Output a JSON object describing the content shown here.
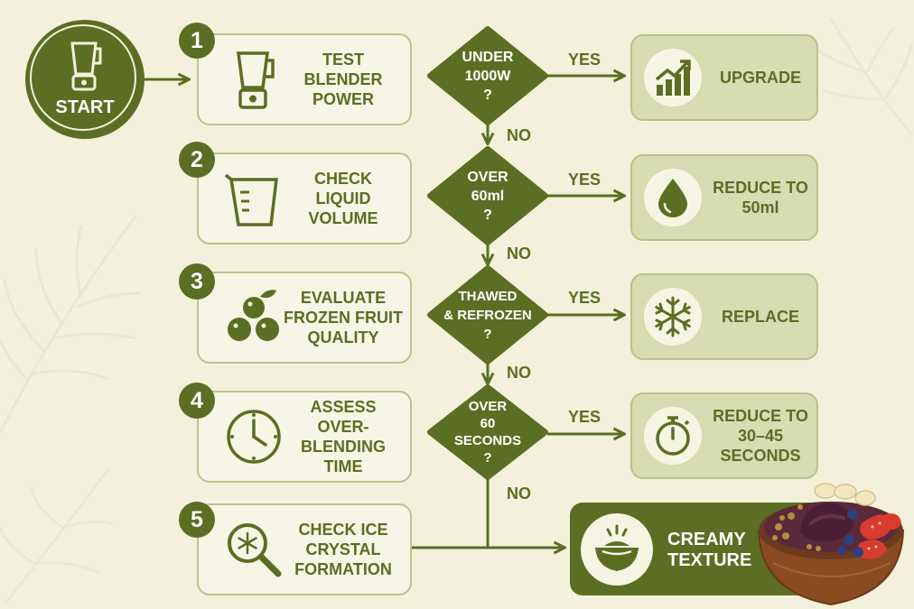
{
  "start": {
    "label": "START",
    "icon": "blender-icon"
  },
  "steps": [
    {
      "num": "1",
      "label": "TEST\nBLENDER\nPOWER",
      "icon": "blender-icon"
    },
    {
      "num": "2",
      "label": "CHECK\nLIQUID\nVOLUME",
      "icon": "measuring-cup-icon"
    },
    {
      "num": "3",
      "label": "EVALUATE\nFROZEN FRUIT\nQUALITY",
      "icon": "berries-icon"
    },
    {
      "num": "4",
      "label": "ASSESS\nOVER-BLENDING\nTIME",
      "icon": "clock-icon"
    },
    {
      "num": "5",
      "label": "CHECK ICE\nCRYSTAL\nFORMATION",
      "icon": "magnifier-snowflake-icon"
    }
  ],
  "decisions": [
    {
      "text": "UNDER\n1000W\n?"
    },
    {
      "text": "OVER\n60ml\n?"
    },
    {
      "text": "THAWED\n& REFROZEN\n?"
    },
    {
      "text": "OVER\n60\nSECONDS\n?"
    }
  ],
  "results": [
    {
      "label": "UPGRADE",
      "icon": "chart-up-icon"
    },
    {
      "label": "REDUCE TO\n50ml",
      "icon": "droplet-icon"
    },
    {
      "label": "REPLACE",
      "icon": "snowflake-icon"
    },
    {
      "label": "REDUCE TO\n30–45\nSECONDS",
      "icon": "stopwatch-icon"
    }
  ],
  "yes_label": "YES",
  "no_label": "NO",
  "final": {
    "label": "CREAMY\nTEXTURE",
    "icon": "smoothie-bowl-icon"
  },
  "colors": {
    "primary": "#5b6e23",
    "background": "#f3f1dc",
    "box_border": "#b9c48c",
    "result_fill": "#d7dcb3"
  }
}
